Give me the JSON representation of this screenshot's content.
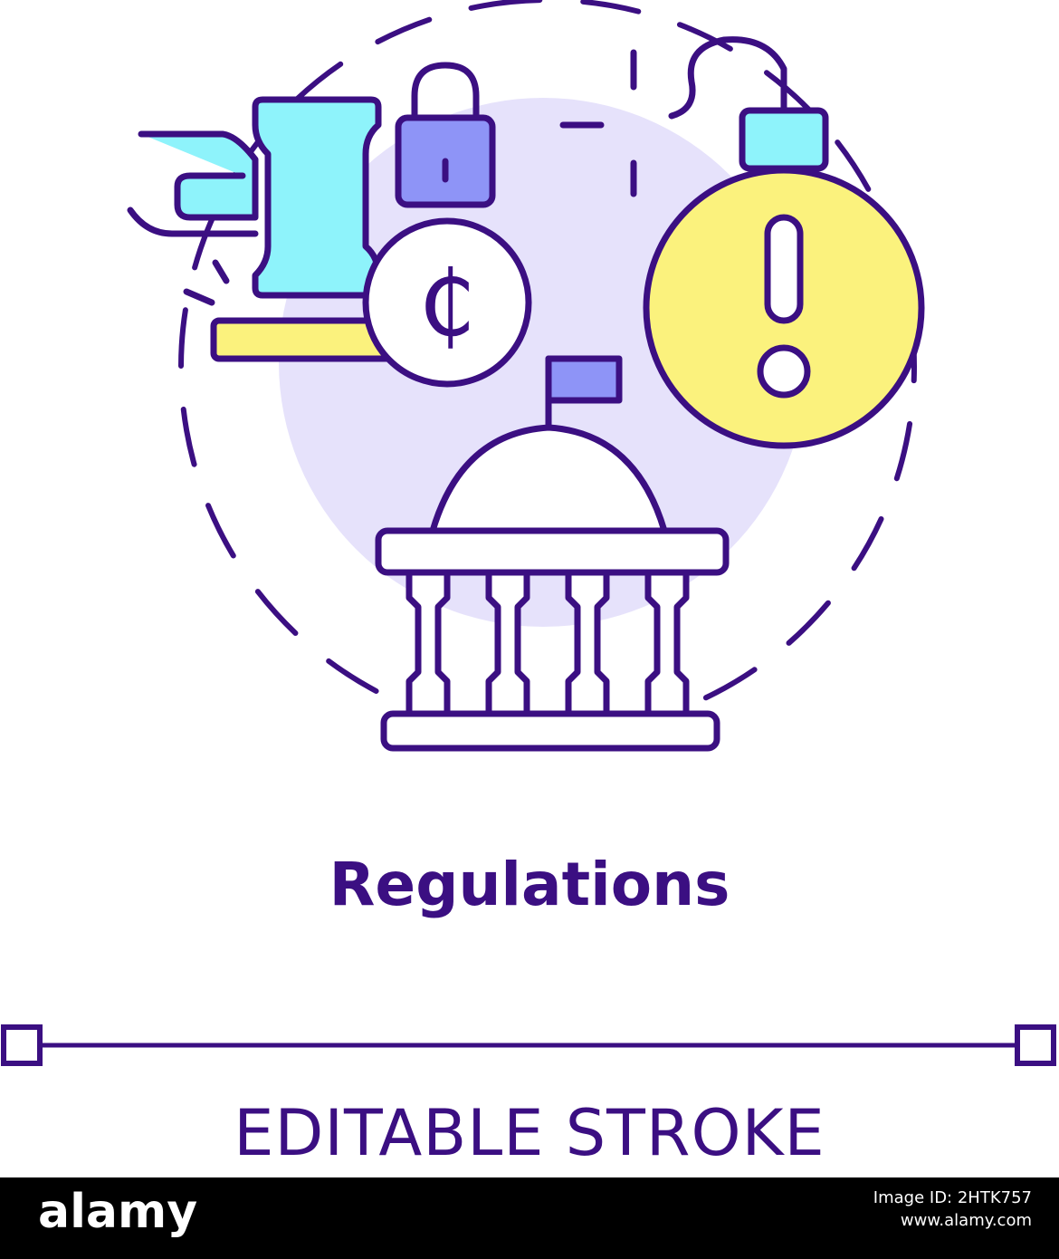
{
  "caption": "Regulations",
  "stroke_label": "EDITABLE STROKE",
  "coin_symbol": "₵",
  "footer": {
    "logo": "alamy",
    "image_id_label": "Image ID: 2HTK757",
    "site": "www.alamy.com"
  },
  "colors": {
    "outline": "#3b0f82",
    "circle_bg": "#e6e2fb",
    "cyan": "#8ef3fb",
    "yellow": "#fbf27d",
    "lock_blue": "#8e94f7",
    "flag_blue": "#8e94f7",
    "footer_bg": "#000000"
  },
  "icons": [
    "gavel-icon",
    "lock-icon",
    "coin-icon",
    "warning-bomb-icon",
    "government-building-icon",
    "dashed-circle-frame"
  ]
}
